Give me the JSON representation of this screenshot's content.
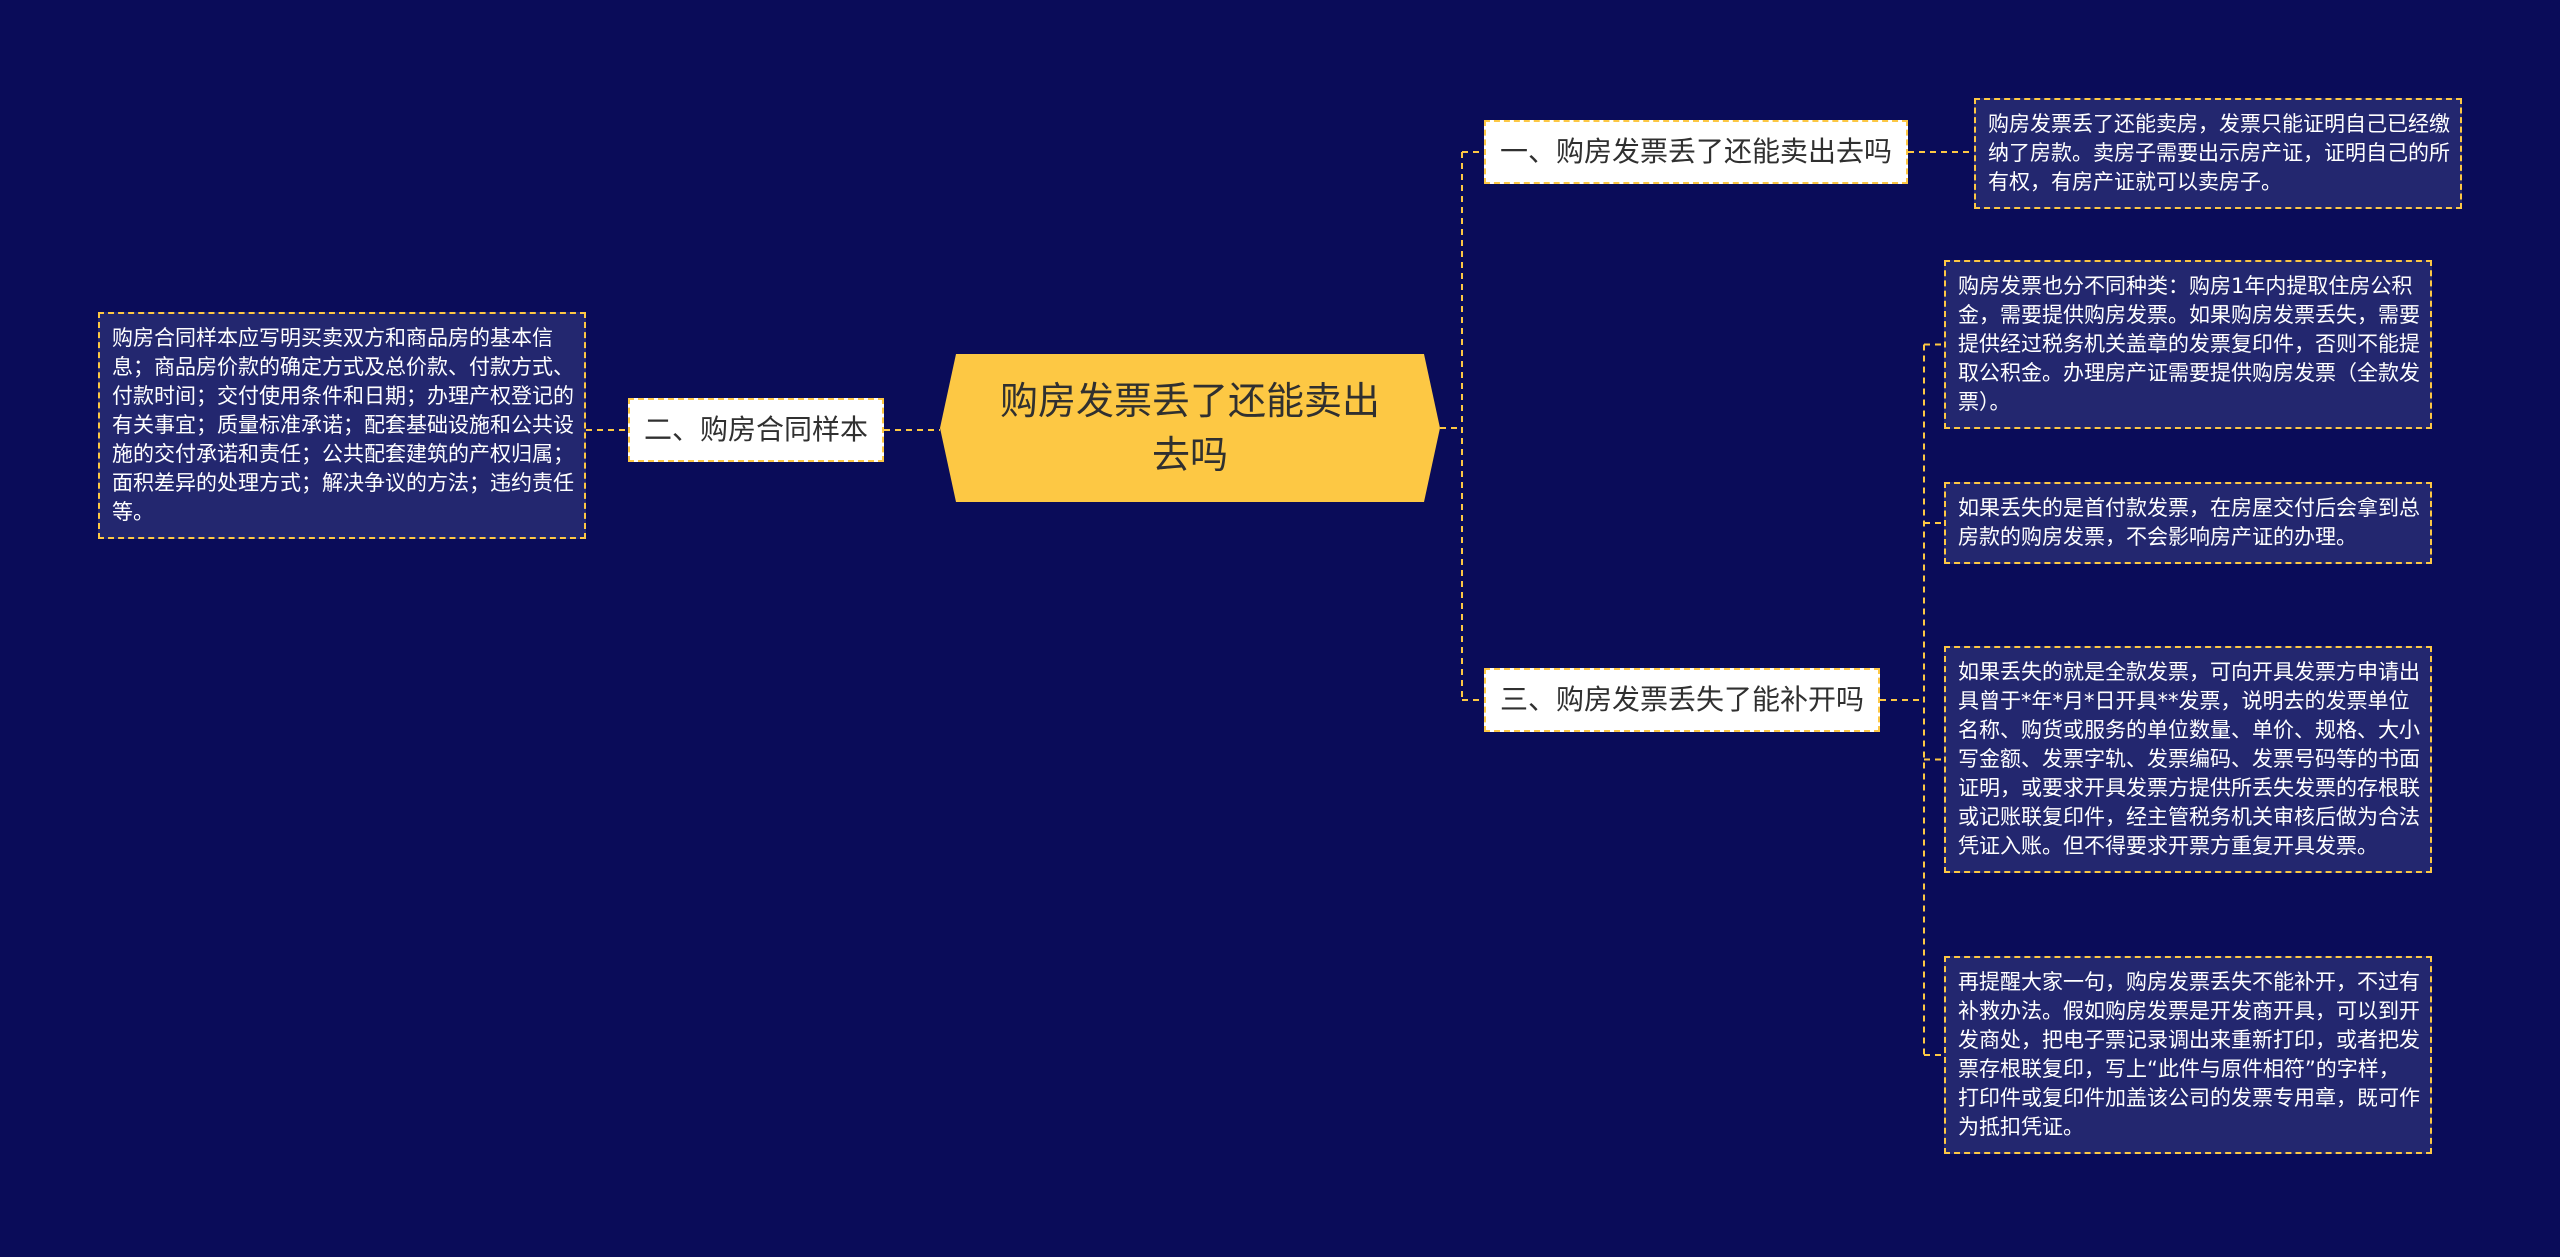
{
  "root": {
    "label": "购房发票丢了还能卖出去吗"
  },
  "branches": [
    {
      "id": "b1",
      "label": "一、购房发票丢了还能卖出去吗",
      "leaves": [
        "购房发票丢了还能卖房，发票只能证明自己已经缴纳了房款。卖房子需要出示房产证，证明自己的所有权，有房产证就可以卖房子。"
      ]
    },
    {
      "id": "b2",
      "label": "二、购房合同样本",
      "leaves": [
        "购房合同样本应写明买卖双方和商品房的基本信息；商品房价款的确定方式及总价款、付款方式、付款时间；交付使用条件和日期；办理产权登记的有关事宜；质量标准承诺；配套基础设施和公共设施的交付承诺和责任；公共配套建筑的产权归属；面积差异的处理方式；解决争议的方法；违约责任等。"
      ]
    },
    {
      "id": "b3",
      "label": "三、购房发票丢失了能补开吗",
      "leaves": [
        "购房发票也分不同种类：购房1年内提取住房公积金，需要提供购房发票。如果购房发票丢失，需要提供经过税务机关盖章的发票复印件，否则不能提取公积金。办理房产证需要提供购房发票（全款发票）。",
        "如果丢失的是首付款发票，在房屋交付后会拿到总房款的购房发票，不会影响房产证的办理。",
        "如果丢失的就是全款发票，可向开具发票方申请出具曾于*年*月*日开具**发票，说明去的发票单位名称、购货或服务的单位数量、单价、规格、大小写金额、发票字轨、发票编码、发票号码等的书面证明，或要求开具发票方提供所丢失发票的存根联或记账联复印件，经主管税务机关审核后做为合法凭证入账。但不得要求开票方重复开具发票。",
        "再提醒大家一句，购房发票丢失不能补开，不过有补救办法。假如购房发票是开发商开具，可以到开发商处，把电子票记录调出来重新打印，或者把发票存根联复印，写上“此件与原件相符”的字样，打印件或复印件加盖该公司的发票专用章，既可作为抵扣凭证。"
      ]
    }
  ],
  "colors": {
    "background": "#0a0c59",
    "root_fill": "#fdc844",
    "branch_fill": "#ffffff",
    "leaf_fill": "#23276f",
    "connector": "#fdc844"
  }
}
